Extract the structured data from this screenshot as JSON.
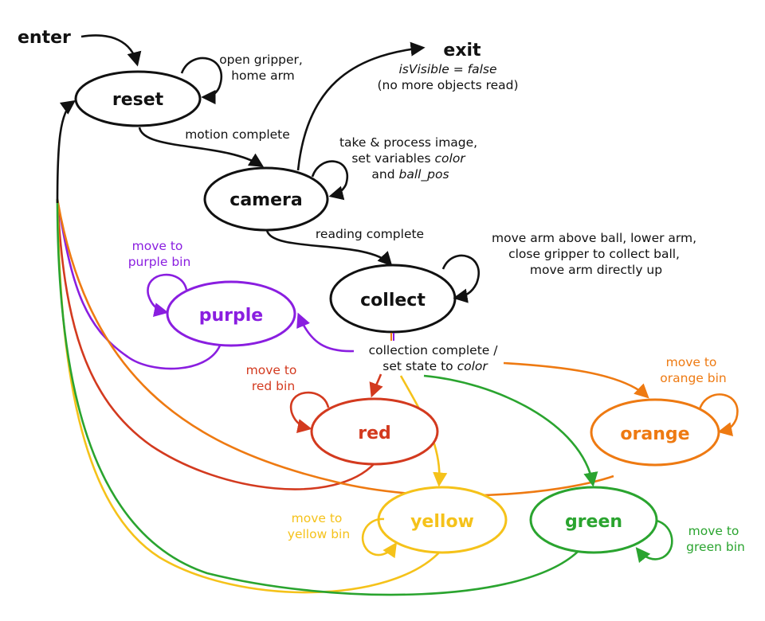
{
  "colors": {
    "black": "#111111",
    "purple": "#8a1ee0",
    "red": "#d33a1f",
    "orange": "#ee7a12",
    "yellow": "#f5c21a",
    "green": "#2aa42f"
  },
  "labels": {
    "enter": "enter",
    "exit": "exit",
    "exit_condition": "isVisible = false",
    "exit_note": "(no more objects read)"
  },
  "states": {
    "reset": "reset",
    "camera": "camera",
    "collect": "collect",
    "purple": "purple",
    "red": "red",
    "orange": "orange",
    "yellow": "yellow",
    "green": "green"
  },
  "notes": {
    "reset_self": [
      "open gripper,",
      "home arm"
    ],
    "reset_to_camera": "motion complete",
    "camera_self": [
      "take & process image,",
      "set variables ",
      "color",
      "and ",
      "ball_pos"
    ],
    "camera_to_collect": "reading complete",
    "collect_self": [
      "move arm above ball, lower arm,",
      "close gripper to collect ball,",
      "move arm directly up"
    ],
    "collect_out": [
      "collection complete /",
      "set state to ",
      "color"
    ],
    "purple_self": [
      "move to",
      "purple bin"
    ],
    "red_self": [
      "move to",
      "red bin"
    ],
    "orange_self": [
      "move to",
      "orange bin"
    ],
    "yellow_self": [
      "move to",
      "yellow bin"
    ],
    "green_self": [
      "move to",
      "green bin"
    ]
  }
}
